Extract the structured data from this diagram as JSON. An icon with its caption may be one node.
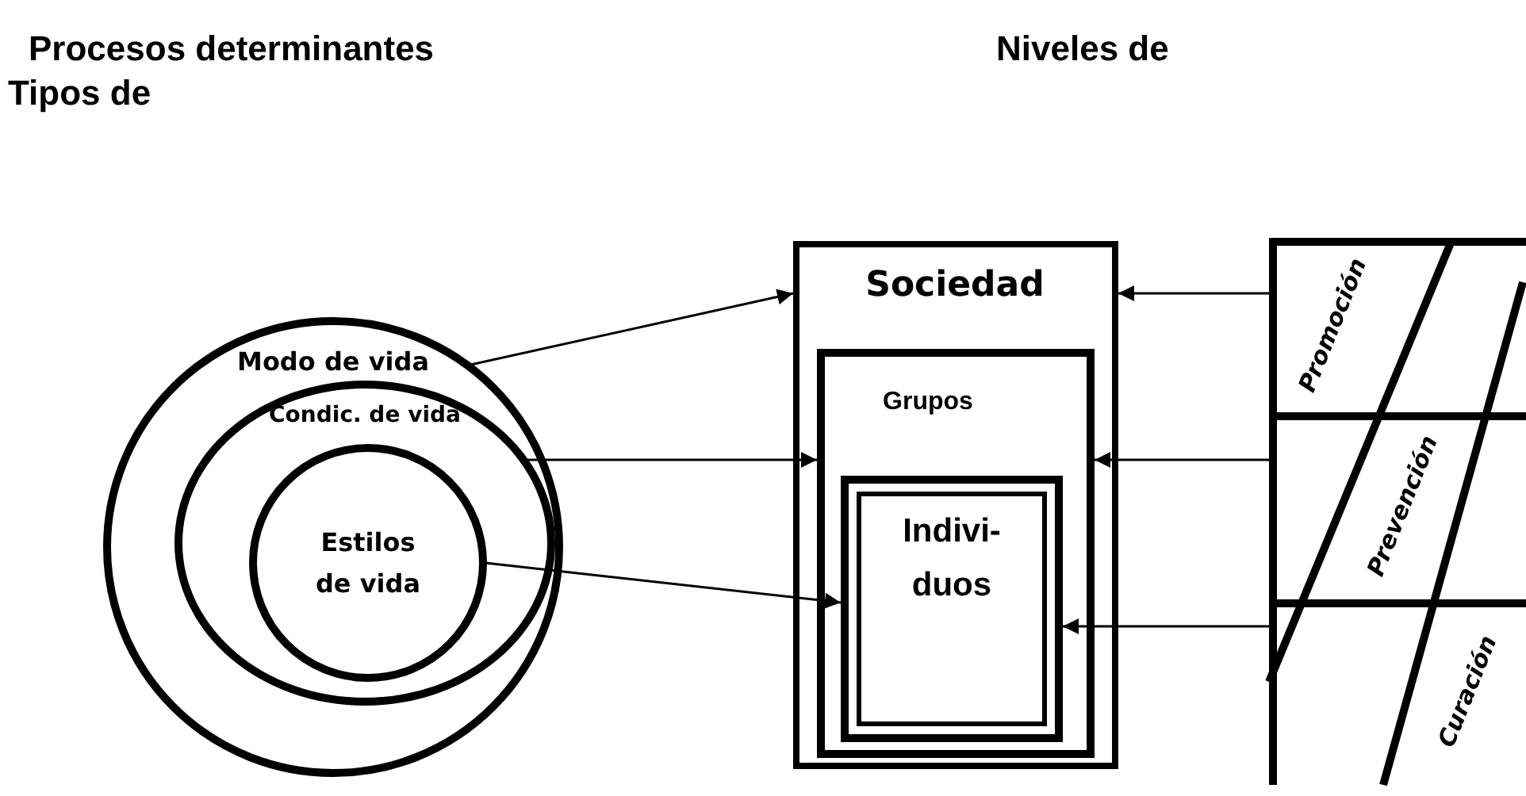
{
  "diagram": {
    "nodes": [
      {
        "text": [
          "Modo de vida"
        ]
      },
      {
        "text": [
          "Condic. de vida"
        ],
        "in": 0
      },
      {
        "text": [
          "Estilos de vida"
        ],
        "in": 1
      },
      {
        "text": [
          "Sociedad"
        ]
      },
      {
        "text": [
          "Grupos"
        ],
        "in": 3
      },
      {
        "text": [
          "Indivi- duos"
        ],
        "in": 4
      },
      {
        "text": [
          "Promoción"
        ]
      },
      {
        "text": [
          "Prevención"
        ]
      },
      {
        "text": [
          "Curación"
        ]
      }
    ],
    "edges": [
      {
        "from": 0,
        "to": 3,
        "arrow": "to"
      },
      {
        "from": 1,
        "to": 4,
        "arrow": "to"
      },
      {
        "from": 2,
        "to": 5,
        "arrow": "to"
      },
      {
        "from": 6,
        "to": 3,
        "arrow": "to"
      },
      {
        "from": 7,
        "to": 4,
        "arrow": "to"
      },
      {
        "from": 8,
        "to": 5,
        "arrow": "to"
      }
    ],
    "labels": [
      "Procesos determinantes",
      "Niveles de",
      "Tipos de"
    ]
  }
}
